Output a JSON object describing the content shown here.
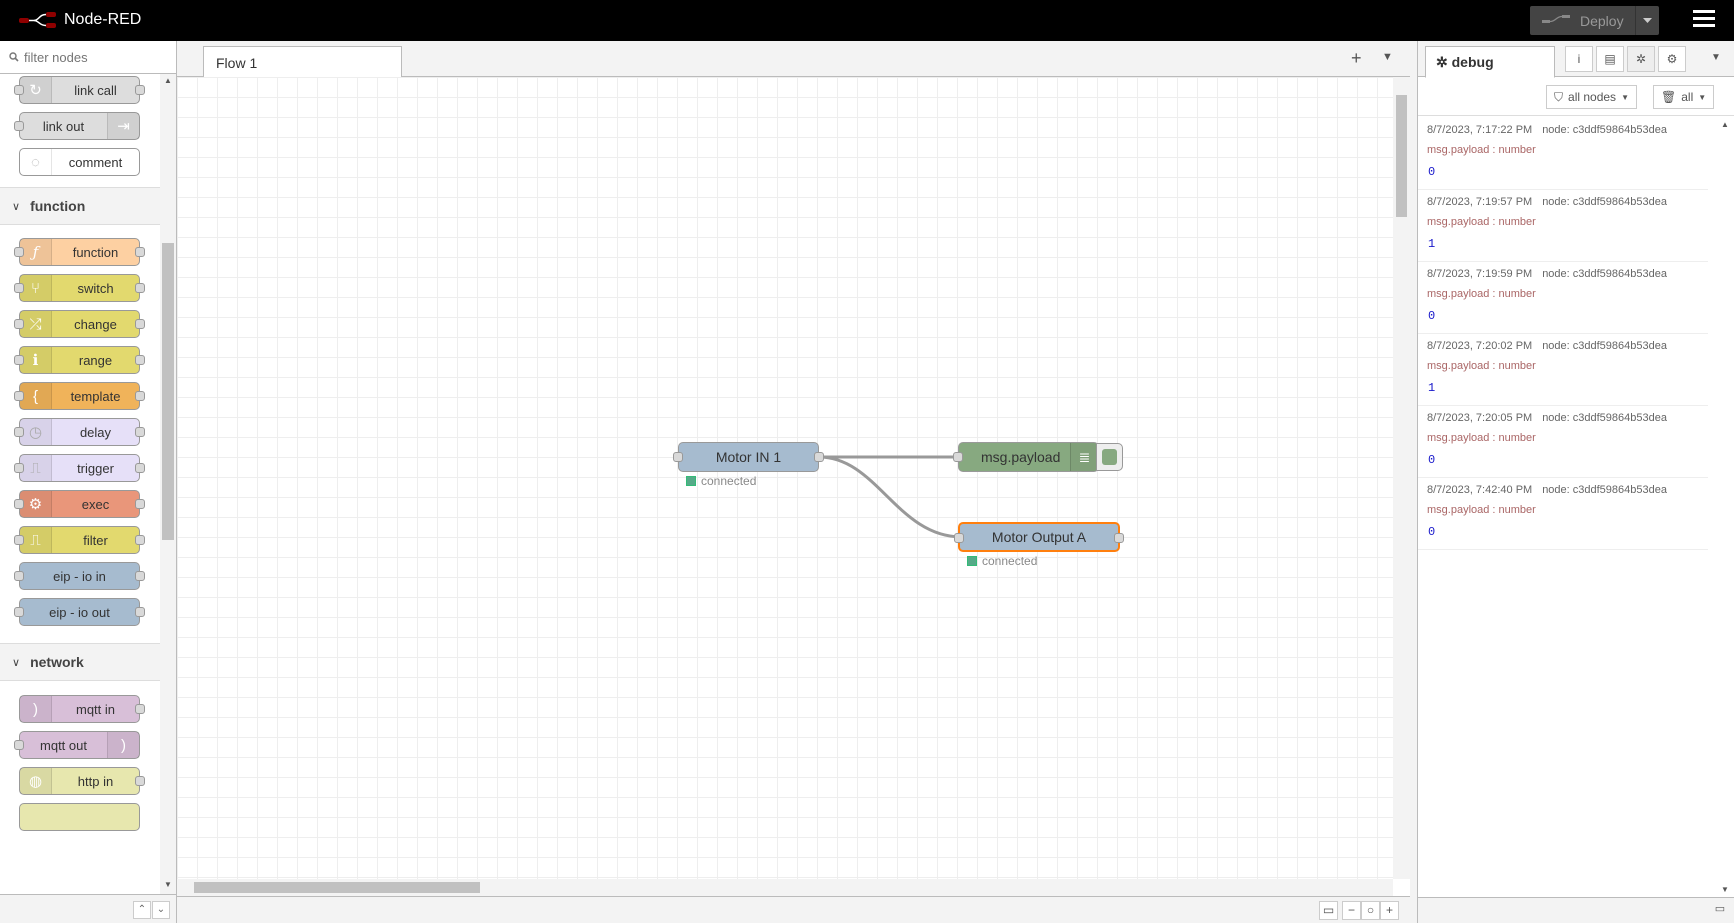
{
  "app": {
    "title": "Node-RED",
    "deploy_label": "Deploy"
  },
  "palette": {
    "filter_placeholder": "filter nodes",
    "top_nodes": [
      {
        "label": "link call",
        "color": "#dddddd"
      },
      {
        "label": "link out",
        "color": "#dddddd"
      },
      {
        "label": "comment",
        "color": "#ffffff"
      }
    ],
    "categories": {
      "function": {
        "title": "function",
        "nodes": [
          {
            "label": "function",
            "color": "#fdd0a2"
          },
          {
            "label": "switch",
            "color": "#e2d96e"
          },
          {
            "label": "change",
            "color": "#e2d96e"
          },
          {
            "label": "range",
            "color": "#e2d96e"
          },
          {
            "label": "template",
            "color": "#f0b35a"
          },
          {
            "label": "delay",
            "color": "#e6e0f8"
          },
          {
            "label": "trigger",
            "color": "#e6e0f8"
          },
          {
            "label": "exec",
            "color": "#e9967a"
          },
          {
            "label": "filter",
            "color": "#e2d96e"
          },
          {
            "label": "eip - io in",
            "color": "#a6bbcf"
          },
          {
            "label": "eip - io out",
            "color": "#a6bbcf"
          }
        ]
      },
      "network": {
        "title": "network",
        "nodes": [
          {
            "label": "mqtt in",
            "color": "#d8bfd8"
          },
          {
            "label": "mqtt out",
            "color": "#d8bfd8"
          },
          {
            "label": "http in",
            "color": "#e7e7ae"
          }
        ]
      }
    }
  },
  "workspace": {
    "tabs": [
      {
        "label": "Flow 1"
      }
    ],
    "nodes": {
      "motor_in": {
        "label": "Motor IN 1",
        "status": "connected",
        "color": "#a6bbcf"
      },
      "msg_payload": {
        "label": "msg.payload",
        "color": "#87a980"
      },
      "motor_out": {
        "label": "Motor Output A",
        "status": "connected",
        "color": "#a6bbcf"
      }
    }
  },
  "sidebar": {
    "tab_label": "debug",
    "filter_label": "all nodes",
    "clear_label": "all",
    "messages": [
      {
        "time": "8/7/2023, 7:17:22 PM",
        "node": "node: c3ddf59864b53dea",
        "topic": "msg.payload : number",
        "value": "0"
      },
      {
        "time": "8/7/2023, 7:19:57 PM",
        "node": "node: c3ddf59864b53dea",
        "topic": "msg.payload : number",
        "value": "1"
      },
      {
        "time": "8/7/2023, 7:19:59 PM",
        "node": "node: c3ddf59864b53dea",
        "topic": "msg.payload : number",
        "value": "0"
      },
      {
        "time": "8/7/2023, 7:20:02 PM",
        "node": "node: c3ddf59864b53dea",
        "topic": "msg.payload : number",
        "value": "1"
      },
      {
        "time": "8/7/2023, 7:20:05 PM",
        "node": "node: c3ddf59864b53dea",
        "topic": "msg.payload : number",
        "value": "0"
      },
      {
        "time": "8/7/2023, 7:42:40 PM",
        "node": "node: c3ddf59864b53dea",
        "topic": "msg.payload : number",
        "value": "0"
      }
    ]
  }
}
